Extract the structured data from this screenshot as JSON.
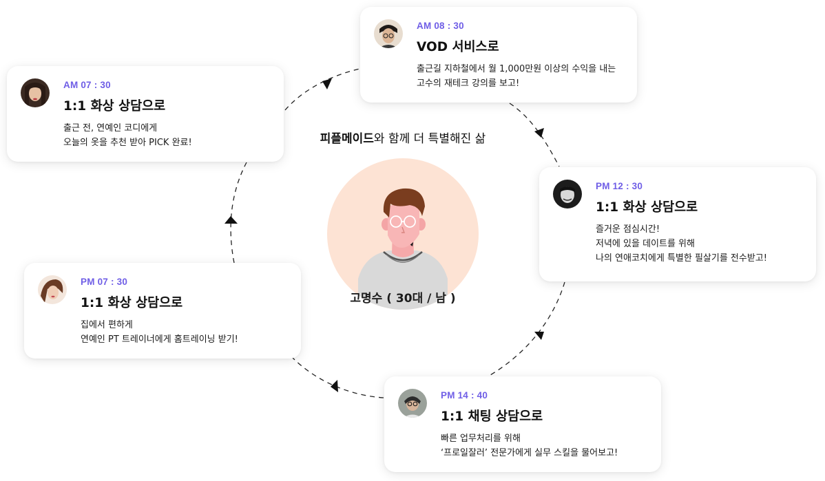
{
  "headline": {
    "bold": "피플메이드",
    "rest": "와 함께 더 특별해진 삶"
  },
  "person": {
    "name": "고명수 ( 30대 / 남 )",
    "bg_color": "#fde3d4"
  },
  "accent_color": "#6f5ee6",
  "cards": [
    {
      "time": "AM 08 : 30",
      "title": "VOD 서비스로",
      "lines": [
        "출근길 지하철에서 월 1,000만원 이상의 수익을 내는",
        "고수의 재테크 강의를 보고!"
      ]
    },
    {
      "time": "AM 07 : 30",
      "title": "1:1 화상 상담으로",
      "lines": [
        "출근 전, 연예인 코디에게",
        "오늘의 옷을 추천 받아 PICK 완료!"
      ]
    },
    {
      "time": "PM 12 : 30",
      "title": "1:1 화상 상담으로",
      "lines": [
        "즐거운 점심시간!",
        "저녁에 있을 데이트를 위해",
        "나의 연애코치에게 특별한 필살기를 전수받고!"
      ]
    },
    {
      "time": "PM 07 : 30",
      "title": "1:1 화상 상담으로",
      "lines": [
        "집에서 편하게",
        "연예인 PT 트레이너에게 홈트레이닝 받기!"
      ]
    },
    {
      "time": "PM 14 : 40",
      "title": "1:1 채팅 상담으로",
      "lines": [
        "빠른 업무처리를 위해",
        "‘프로일잘러’ 전문가에게 실무 스킬을 물어보고!"
      ]
    }
  ]
}
